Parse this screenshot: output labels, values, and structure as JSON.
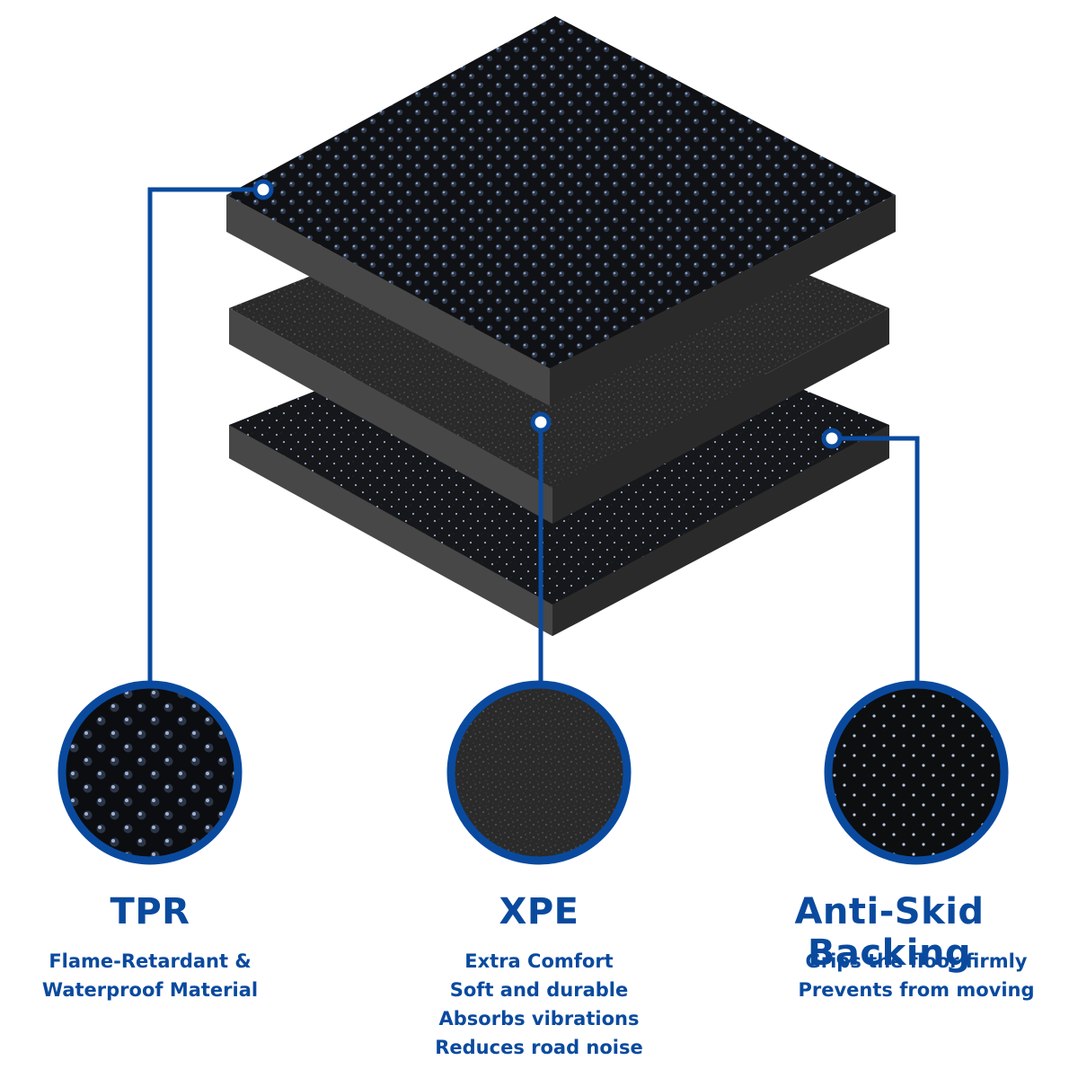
{
  "accent_color": "#0a4a9e",
  "layers": [
    {
      "id": "tpr",
      "title": "TPR",
      "description": [
        "Flame-Retardant &",
        "Waterproof Material"
      ],
      "texture": "hexagonal-dot-mesh"
    },
    {
      "id": "xpe",
      "title": "XPE",
      "description": [
        "Extra Comfort",
        "Soft and durable",
        "Absorbs vibrations",
        "Reduces road noise"
      ],
      "texture": "grainy-foam"
    },
    {
      "id": "backing",
      "title": "Anti-Skid Backing",
      "description": [
        "Grips the floor firmly",
        "Prevents from moving"
      ],
      "texture": "sparse-dot-rubber"
    }
  ]
}
